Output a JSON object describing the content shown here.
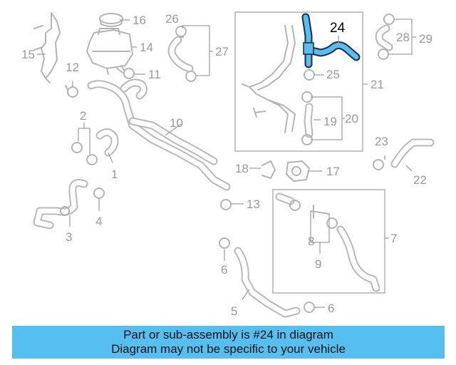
{
  "labels": {
    "p1": "1",
    "p2": "2",
    "p3": "3",
    "p4": "4",
    "p5": "5",
    "p6a": "6",
    "p6b": "6",
    "p7": "7",
    "p8": "8",
    "p9": "9",
    "p10": "10",
    "p11": "11",
    "p12": "12",
    "p13": "13",
    "p14": "14",
    "p15": "15",
    "p16": "16",
    "p17": "17",
    "p18": "18",
    "p19": "19",
    "p20": "20",
    "p21": "21",
    "p22": "22",
    "p23": "23",
    "p24": "24",
    "p25": "25",
    "p26": "26",
    "p27": "27",
    "p28": "28",
    "p29": "29"
  },
  "highlight": {
    "part_number": "24",
    "color": "#55bff0"
  },
  "banner": {
    "line1": "Part or sub-assembly is #24 in diagram",
    "line2": "Diagram may not be specific to your vehicle",
    "background": "#55bff0"
  }
}
